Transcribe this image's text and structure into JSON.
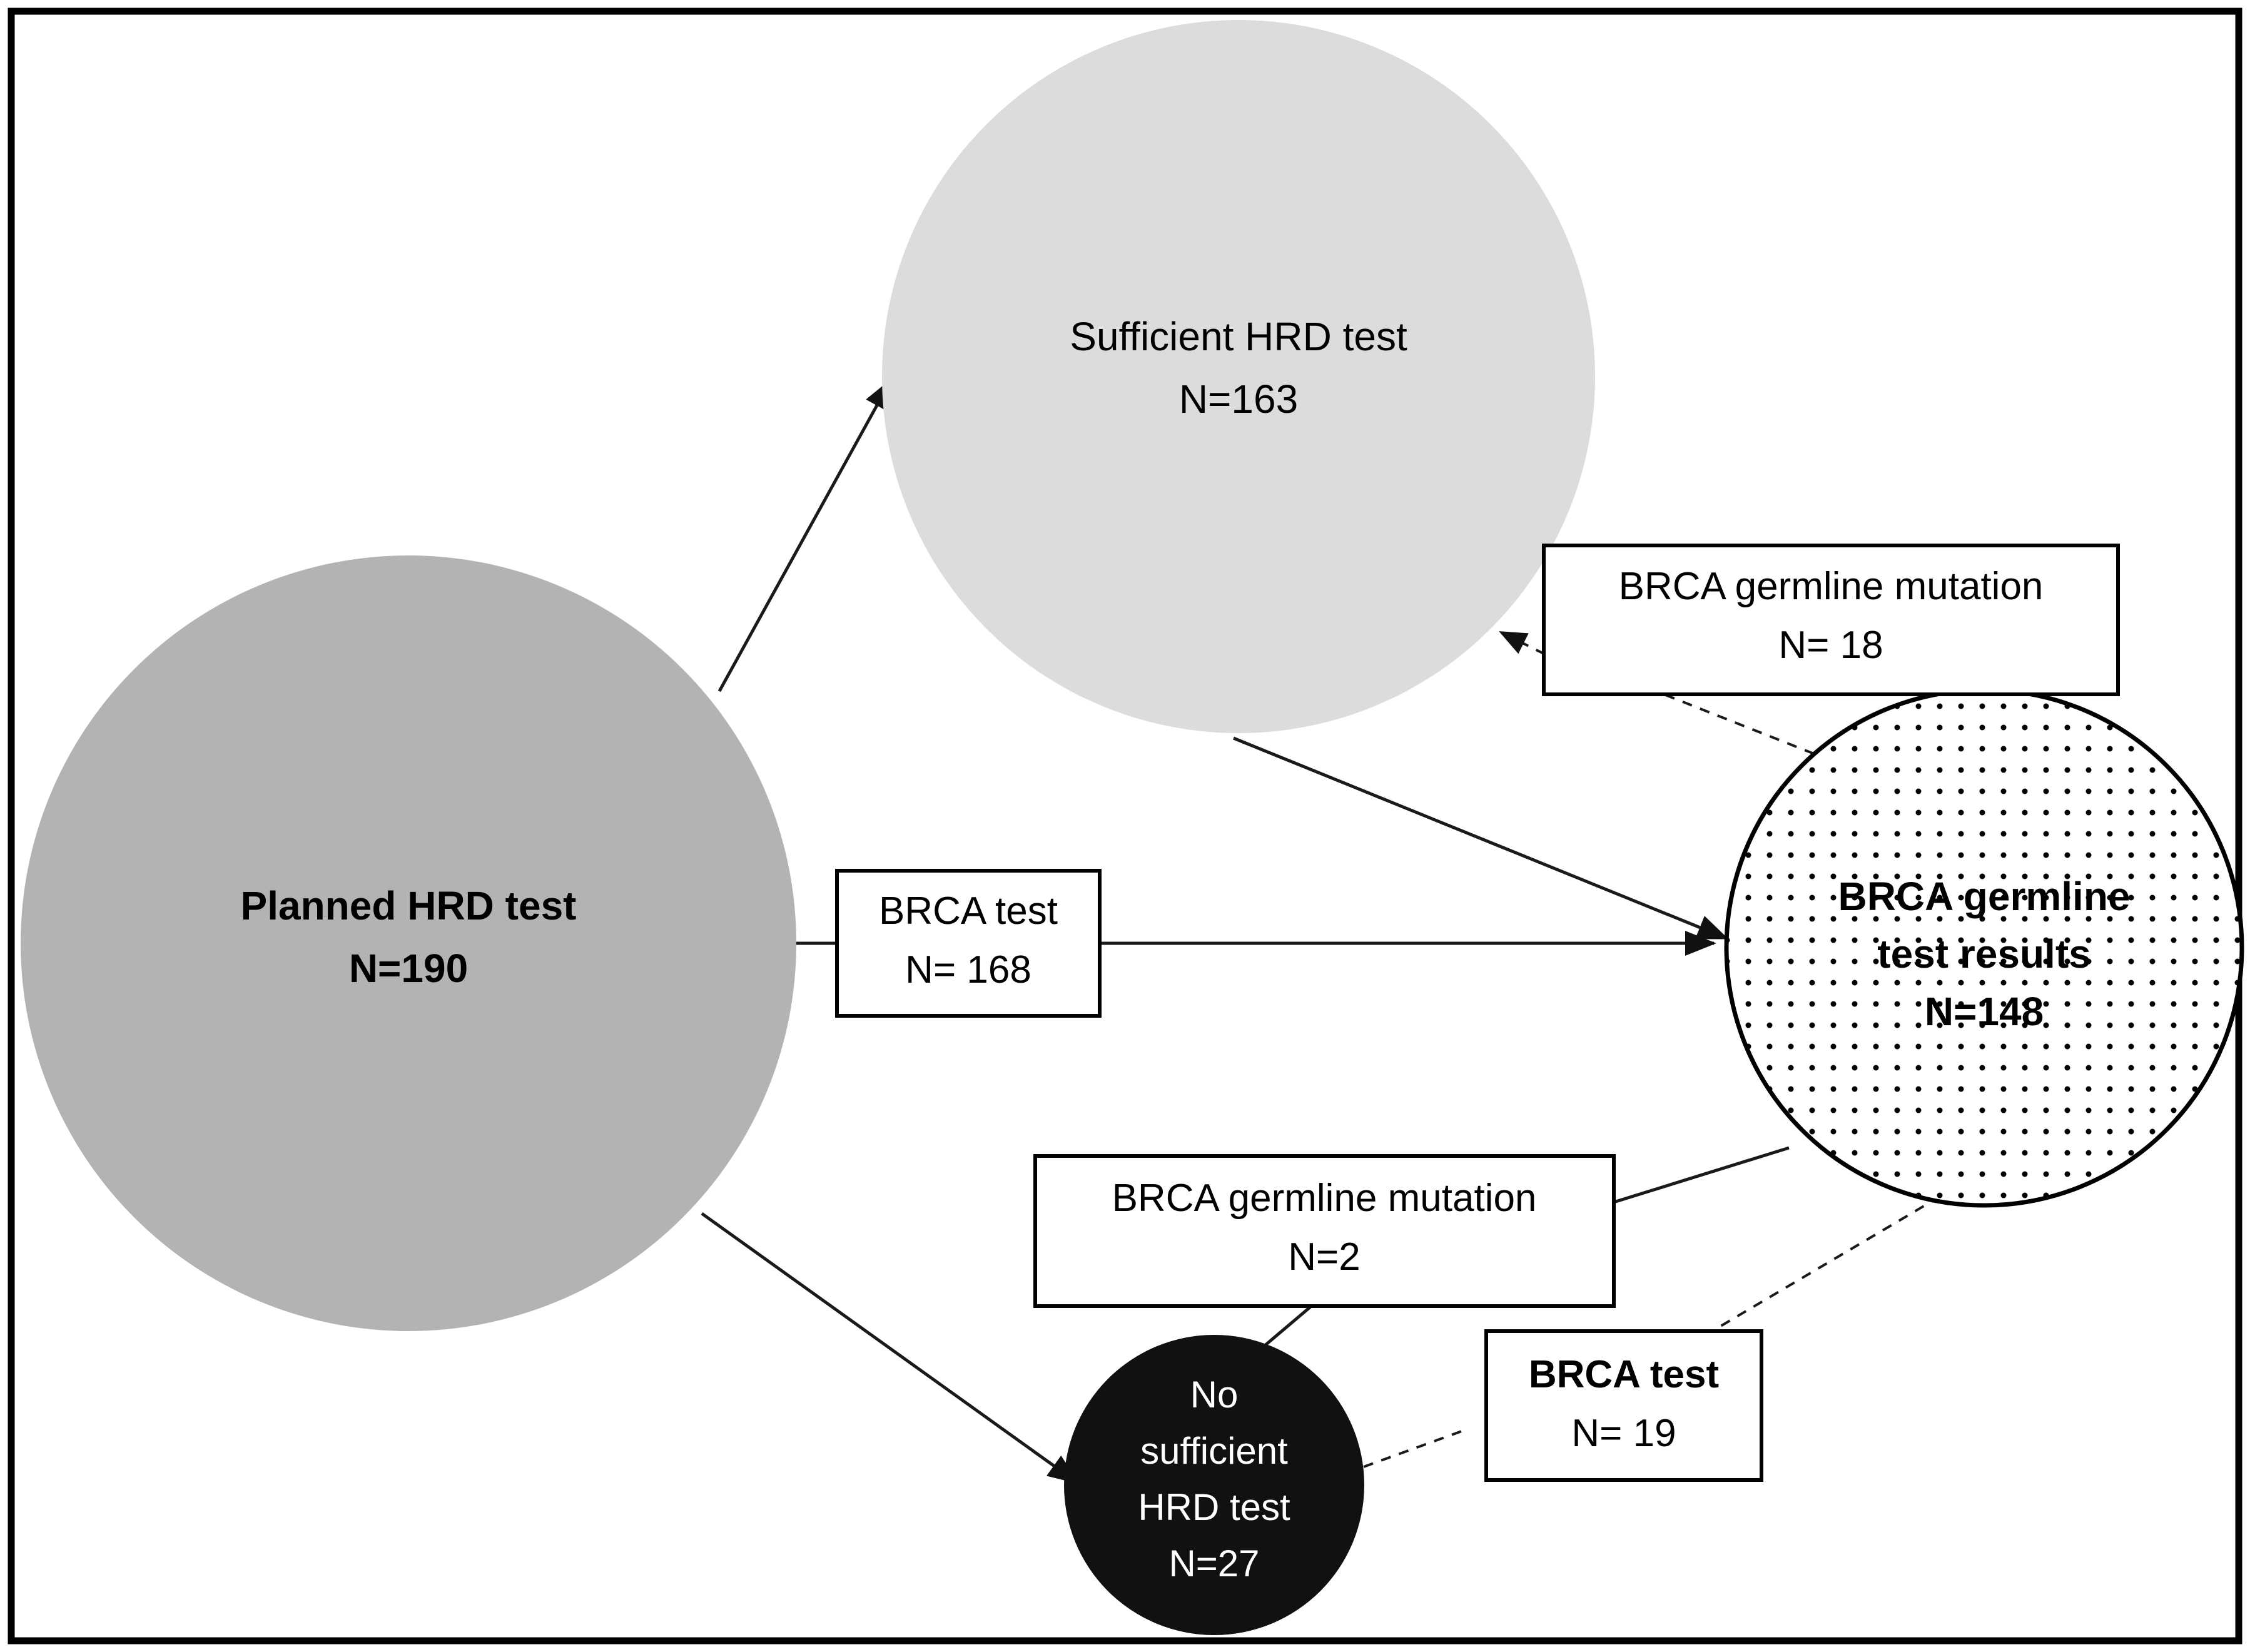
{
  "figure": {
    "type": "flow-diagram",
    "border_color": "#000000",
    "background": "#ffffff"
  },
  "nodes": {
    "planned": {
      "id": "planned-hrd-test",
      "shape": "circle",
      "fill": "#b3b3b3",
      "bold": true,
      "line1": "Planned HRD test",
      "line2": "N=190"
    },
    "sufficient": {
      "id": "sufficient-hrd-test",
      "shape": "circle",
      "fill": "#dcdcdc",
      "bold": false,
      "line1": "Sufficient  HRD test",
      "line2": "N=163"
    },
    "no_sufficient": {
      "id": "no-sufficient-hrd-test",
      "shape": "circle",
      "fill": "#111111",
      "text_color": "#ffffff",
      "bold": false,
      "line1": "No",
      "line2": "sufficient",
      "line3": "HRD test",
      "line4": "N=27"
    },
    "brca_results": {
      "id": "brca-germline-test-results",
      "shape": "circle-dotted",
      "fill": "#ffffff",
      "pattern": "dot-grid",
      "bold": true,
      "line1": "BRCA germline",
      "line2": "test results",
      "line3": "N=148"
    }
  },
  "boxes": {
    "brca_mutation_18": {
      "id": "brca-germline-mutation-18",
      "bold": false,
      "line1": "BRCA germline mutation",
      "line2": "N= 18"
    },
    "brca_test_168": {
      "id": "brca-test-168",
      "bold": false,
      "line1": "BRCA test",
      "line2": "N= 168"
    },
    "brca_mutation_2": {
      "id": "brca-germline-mutation-2",
      "bold": false,
      "line1": "BRCA germline mutation",
      "line2": "N=2"
    },
    "brca_test_19": {
      "id": "brca-test-19",
      "bold_line1": true,
      "line1": "BRCA test",
      "line2": "N= 19"
    }
  },
  "edges": [
    {
      "id": "planned-to-sufficient",
      "style": "solid",
      "arrow": "end",
      "from": "planned",
      "to": "sufficient"
    },
    {
      "id": "planned-to-no-sufficient",
      "style": "solid",
      "arrow": "end",
      "from": "planned",
      "to": "no_sufficient"
    },
    {
      "id": "planned-to-brca-results",
      "style": "solid",
      "arrow": "end",
      "from": "planned",
      "to": "brca_results",
      "label": "brca_test_168"
    },
    {
      "id": "sufficient-to-brca-results",
      "style": "solid",
      "arrow": "end",
      "from": "sufficient",
      "to": "brca_results"
    },
    {
      "id": "brca-results-to-sufficient-mutation",
      "style": "dashed",
      "arrow": "end",
      "from": "brca_results",
      "to": "sufficient",
      "label": "brca_mutation_18"
    },
    {
      "id": "brca-results-to-mutation-2",
      "style": "solid",
      "arrow": "none",
      "from": "brca_results",
      "to": "brca_mutation_2"
    },
    {
      "id": "mutation-2-to-no-sufficient",
      "style": "solid",
      "arrow": "end",
      "from": "brca_mutation_2",
      "to": "no_sufficient"
    },
    {
      "id": "no-sufficient-to-brca-results",
      "style": "dashed",
      "arrow": "end",
      "from": "no_sufficient",
      "to": "brca_results",
      "label": "brca_test_19"
    }
  ]
}
